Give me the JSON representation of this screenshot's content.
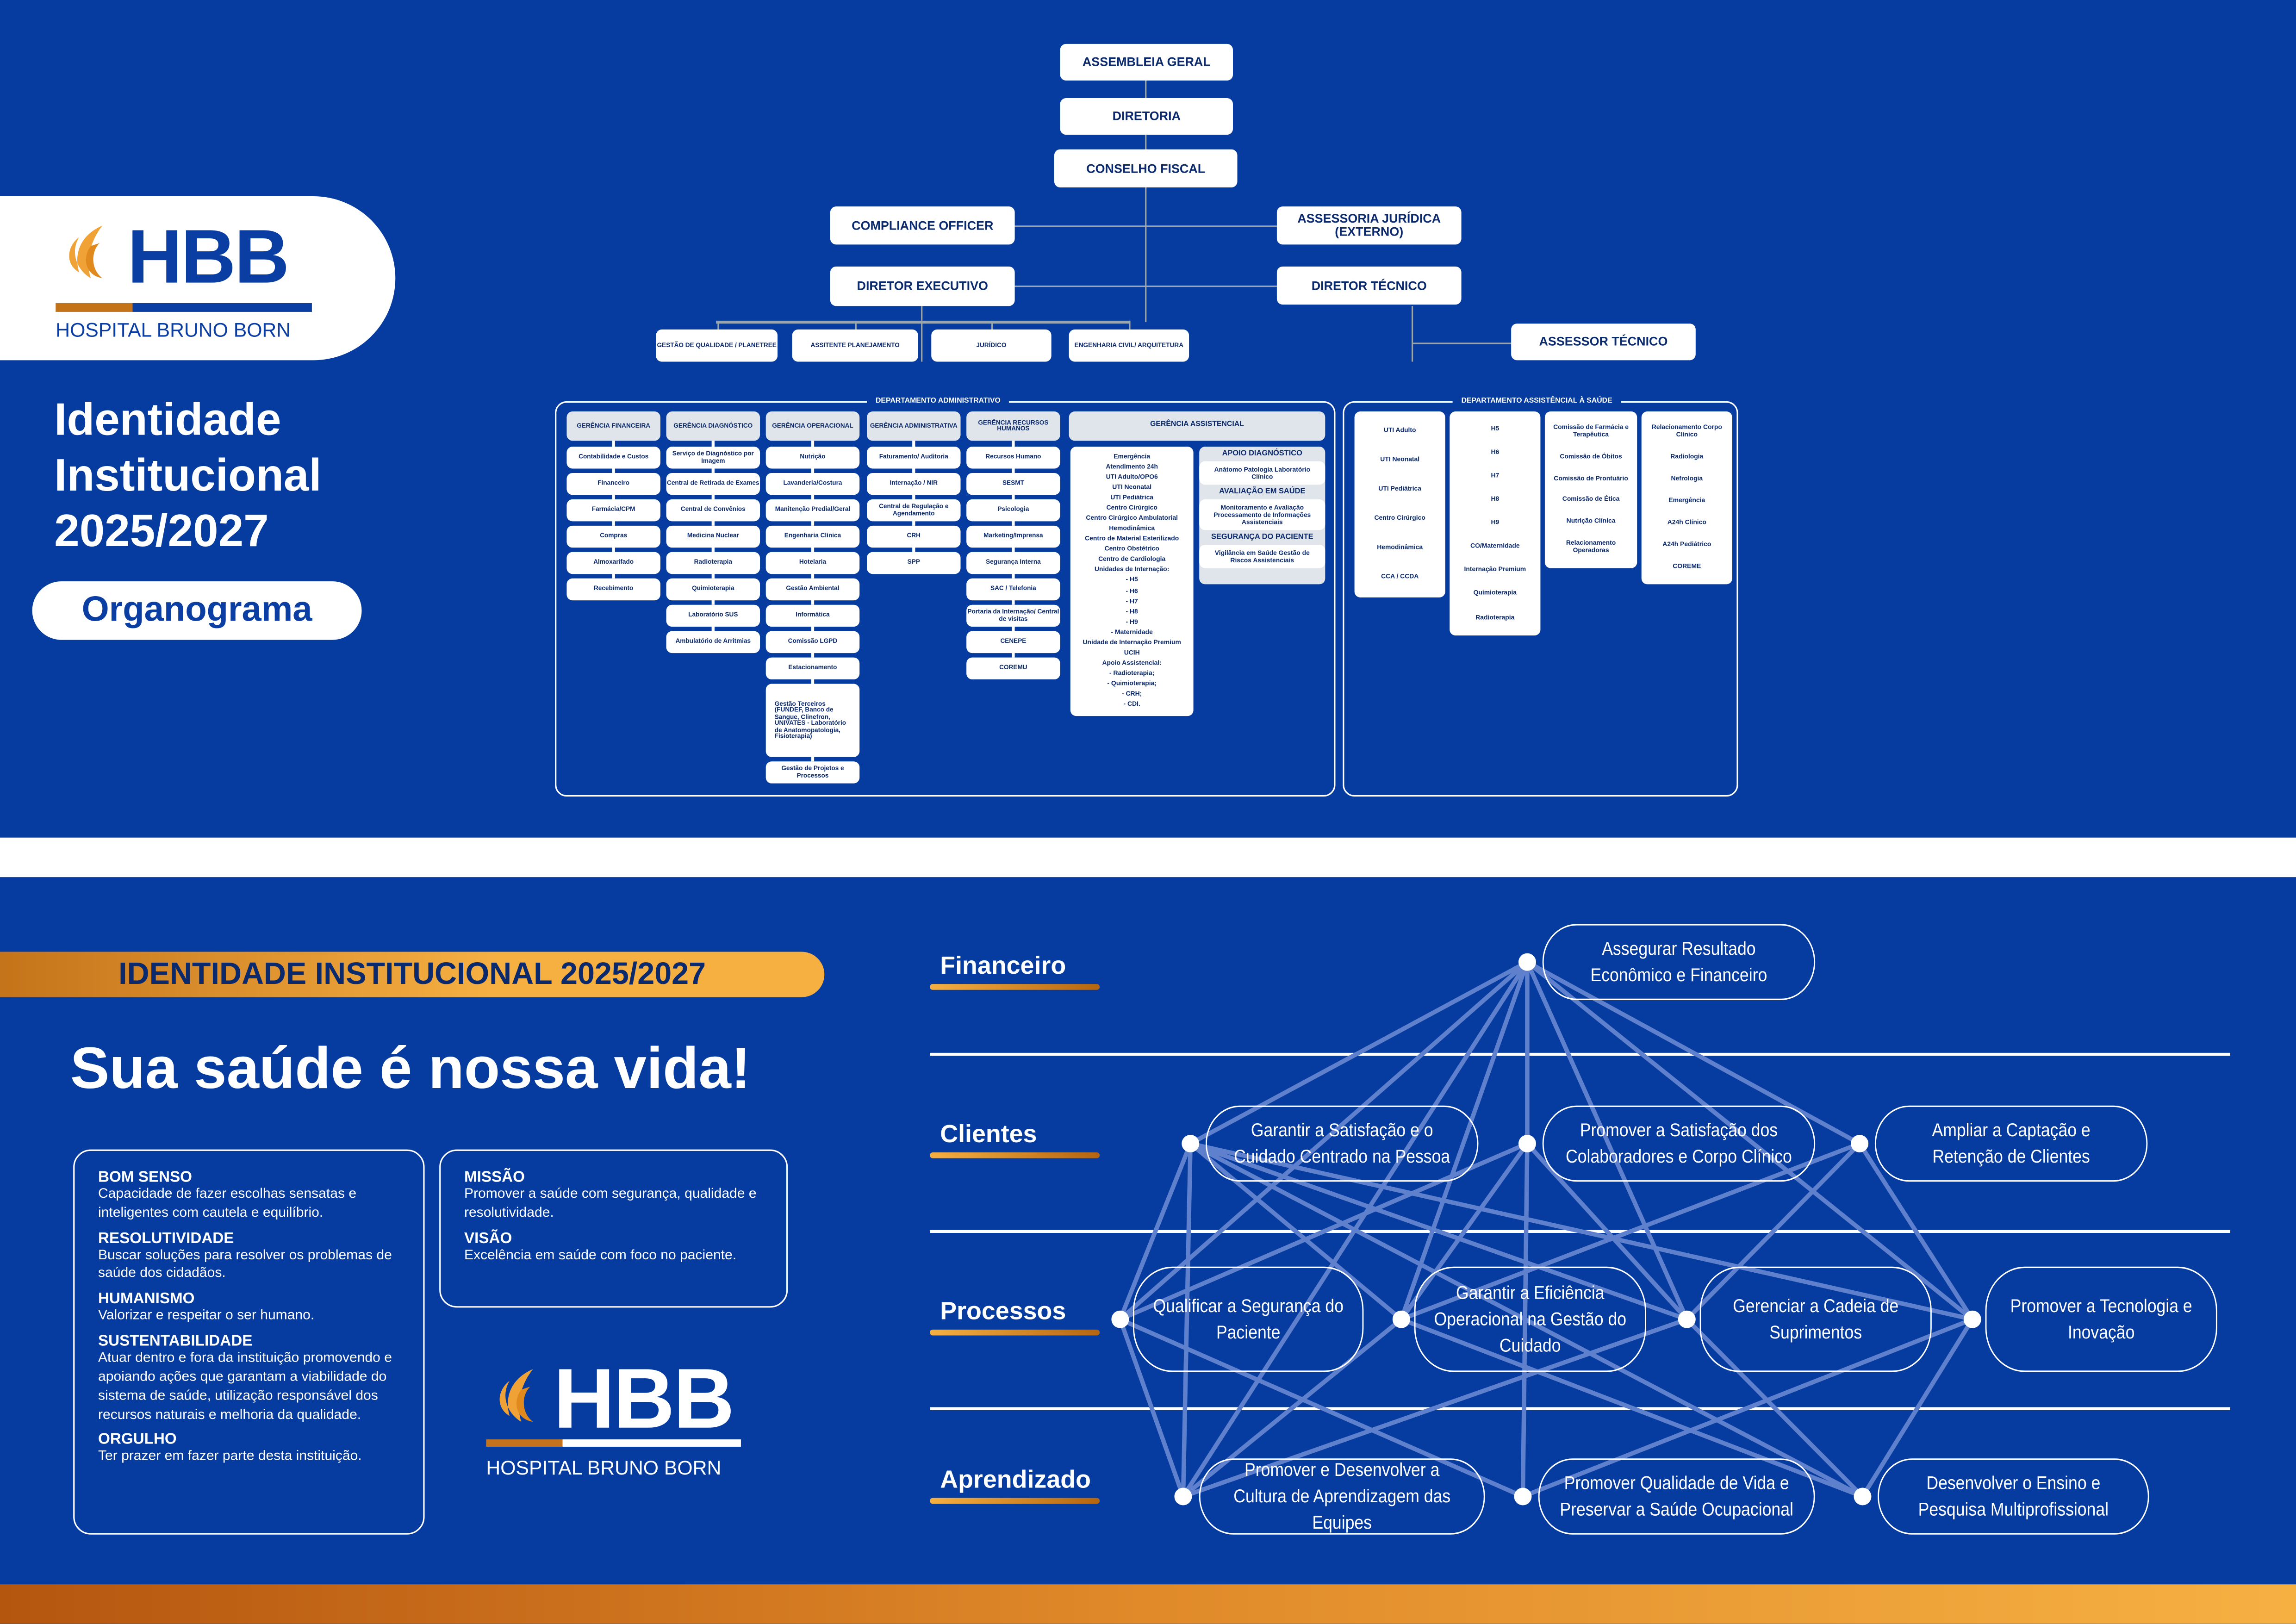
{
  "brand": {
    "name": "HBB",
    "subtitle": "HOSPITAL BRUNO BORN",
    "colors": {
      "blue": "#063c9f",
      "orange": "#f0a236",
      "navy": "#0b2a6e"
    }
  },
  "cover": {
    "title_lines": [
      "Identidade",
      "Institucional",
      "2025/2027"
    ],
    "badge": "Organograma"
  },
  "org": {
    "top": [
      "ASSEMBLEIA GERAL",
      "DIRETORIA",
      "CONSELHO FISCAL"
    ],
    "compliance": "COMPLIANCE OFFICER",
    "assessoria": "ASSESSORIA JURÍDICA (EXTERNO)",
    "diretor_exec": "DIRETOR EXECUTIVO",
    "diretor_tec": "DIRETOR TÉCNICO",
    "assessor_tec": "ASSESSOR TÉCNICO",
    "staff": [
      "GESTÃO DE QUALIDADE / PLANETREE",
      "ASSITENTE PLANEJAMENTO",
      "JURÍDICO",
      "ENGENHARIA CIVIL/ ARQUITETURA"
    ],
    "admin_title": "DEPARTAMENTO ADMINISTRATIVO",
    "admin_cols": [
      {
        "header": "GERÊNCIA FINANCEIRA",
        "items": [
          "Contabilidade e Custos",
          "Financeiro",
          "Farmácia/CPM",
          "Compras",
          "Almoxarifado",
          "Recebimento"
        ]
      },
      {
        "header": "GERÊNCIA DIAGNÓSTICO",
        "items": [
          "Serviço de Diagnóstico por Imagem",
          "Central de Retirada de Exames",
          "Central de Convênios",
          "Medicina Nuclear",
          "Radioterapia",
          "Quimioterapia",
          "Laboratório SUS",
          "Ambulatório de Arritmias"
        ]
      },
      {
        "header": "GERÊNCIA OPERACIONAL",
        "items": [
          "Nutrição",
          "Lavanderia/Costura",
          "Manitenção Predial/Geral",
          "Engenharia Clínica",
          "Hotelaria",
          "Gestão Ambiental",
          "Informática",
          "Comissão LGPD",
          "Estacionamento",
          "Gestão Terceiros (FUNDEF, Banco de Sangue, Clinefron, UNIVATES - Laboratório de Anatomopatologia, Fisioterapia)",
          "Gestão de Projetos e Processos"
        ]
      },
      {
        "header": "GERÊNCIA ADMINISTRATIVA",
        "items": [
          "Faturamento/ Auditoria",
          "Internação / NIR",
          "Central de Regulação e Agendamento",
          "CRH",
          "SPP"
        ]
      },
      {
        "header": "GERÊNCIA RECURSOS HUMANOS",
        "items": [
          "Recursos Humano",
          "SESMT",
          "Psicologia",
          "Marketing/Imprensa",
          "Segurança Interna",
          "SAC / Telefonia",
          "Portaria da Internação/ Central de visitas",
          "CENEPE",
          "COREMU"
        ]
      }
    ],
    "assist_header": "GERÊNCIA ASSISTENCIAL",
    "assist_list": [
      "Emergência",
      "Atendimento 24h",
      "UTI Adulto/OPO6",
      "UTI Neonatal",
      "UTI Pediátrica",
      "Centro Cirúrgico",
      "Centro Cirúrgico Ambulatorial",
      "Hemodinâmica",
      "Centro de Material Esterilizado",
      "Centro Obstétrico",
      "Centro de Cardiologia",
      "Unidades de Internação:",
      "- H5",
      "- H6",
      "- H7",
      "- H8",
      "- H9",
      "- Maternidade",
      "Unidade de Internação Premium",
      "UCIH",
      "Apoio Assistencial:",
      "- Radioterapia;",
      "- Quimioterapia;",
      "- CRH;",
      "- CDI."
    ],
    "assist_groups": [
      {
        "title": "APOIO DIAGNÓSTICO",
        "body": "Anátomo Patologia Laboratório Clínico"
      },
      {
        "title": "AVALIAÇÃO EM SAÚDE",
        "body": "Monitoramento e Avaliação Processamento de Informações Assistenciais"
      },
      {
        "title": "SEGURANÇA DO PACIENTE",
        "body": "Vigilância em Saúde Gestão de Riscos Assistenciais"
      }
    ],
    "health_title": "DEPARTAMENTO ASSISTÊNCIAL À SAÚDE",
    "health_cols": [
      [
        "UTI Adulto",
        "UTI Neonatal",
        "UTI Pediátrica",
        "Centro Cirúrgico",
        "Hemodinâmica",
        "CCA / CCDA"
      ],
      [
        "H5",
        "H6",
        "H7",
        "H8",
        "H9",
        "CO/Maternidade",
        "Internação Premium",
        "Quimioterapia",
        "Radioterapia"
      ],
      [
        "Comissão de Farmácia e Terapêutica",
        "Comissão de Óbitos",
        "Comissão de Prontuário",
        "Comissão de Ética",
        "Nutrição Clínica",
        "Relacionamento Operadoras"
      ],
      [
        "Relacionamento Corpo Clínico",
        "Radiologia",
        "Nefrologia",
        "Emergência",
        "A24h Clínico",
        "A24h Pediátrico",
        "COREME"
      ]
    ]
  },
  "identity": {
    "banner": "IDENTIDADE INSTITUCIONAL 2025/2027",
    "slogan": "Sua saúde é nossa vida!",
    "values": [
      {
        "title": "BOM SENSO",
        "text": "Capacidade de fazer escolhas sensatas e inteligentes com cautela e equilíbrio."
      },
      {
        "title": "RESOLUTIVIDADE",
        "text": "Buscar soluções para resolver os problemas de saúde dos cidadãos."
      },
      {
        "title": "HUMANISMO",
        "text": "Valorizar e respeitar o ser humano."
      },
      {
        "title": "SUSTENTABILIDADE",
        "text": "Atuar dentro e fora da instituição promovendo e apoiando ações que garantam a viabilidade do sistema de saúde, utilização responsável dos recursos naturais e melhoria da qualidade."
      },
      {
        "title": "ORGULHO",
        "text": "Ter prazer em fazer parte desta instituição."
      }
    ],
    "mission_title": "MISSÃO",
    "mission": "Promover a saúde com segurança, qualidade e resolutividade.",
    "vision_title": "VISÃO",
    "vision": "Excelência em saúde com foco no paciente."
  },
  "strategy": {
    "perspectives": [
      "Financeiro",
      "Clientes",
      "Processos",
      "Aprendizado"
    ],
    "objectives": [
      {
        "id": "f1",
        "label": "Assegurar Resultado Econômico e Financeiro"
      },
      {
        "id": "c1",
        "label": "Garantir a Satisfação e o Cuidado Centrado na Pessoa"
      },
      {
        "id": "c2",
        "label": "Promover a Satisfação dos Colaboradores e Corpo Clínico"
      },
      {
        "id": "c3",
        "label": "Ampliar a Captação e Retenção de Clientes"
      },
      {
        "id": "p1",
        "label": "Qualificar a Segurança do Paciente"
      },
      {
        "id": "p2",
        "label": "Garantir a Eficiência Operacional na Gestão do Cuidado"
      },
      {
        "id": "p3",
        "label": "Gerenciar a Cadeia de Suprimentos"
      },
      {
        "id": "p4",
        "label": "Promover a Tecnologia e Inovação"
      },
      {
        "id": "a1",
        "label": "Promover e Desenvolver a Cultura de Aprendizagem das Equipes"
      },
      {
        "id": "a2",
        "label": "Promover Qualidade de Vida e Preservar a Saúde Ocupacional"
      },
      {
        "id": "a3",
        "label": "Desenvolver o Ensino e Pesquisa Multiprofissional"
      }
    ],
    "links": [
      [
        "f1",
        "c1"
      ],
      [
        "f1",
        "c2"
      ],
      [
        "f1",
        "c3"
      ],
      [
        "f1",
        "p1"
      ],
      [
        "f1",
        "p2"
      ],
      [
        "f1",
        "p3"
      ],
      [
        "f1",
        "p4"
      ],
      [
        "f1",
        "a1"
      ],
      [
        "c1",
        "p1"
      ],
      [
        "c1",
        "p2"
      ],
      [
        "c1",
        "p3"
      ],
      [
        "c1",
        "p4"
      ],
      [
        "c2",
        "p2"
      ],
      [
        "c2",
        "p3"
      ],
      [
        "c2",
        "a2"
      ],
      [
        "c3",
        "p2"
      ],
      [
        "c3",
        "p3"
      ],
      [
        "c3",
        "p4"
      ],
      [
        "p1",
        "a1"
      ],
      [
        "p1",
        "a2"
      ],
      [
        "p2",
        "a1"
      ],
      [
        "p2",
        "a3"
      ],
      [
        "p3",
        "a1"
      ],
      [
        "p3",
        "a3"
      ],
      [
        "p4",
        "a2"
      ],
      [
        "p4",
        "a3"
      ],
      [
        "a1",
        "c1"
      ],
      [
        "p1",
        "c2"
      ],
      [
        "c1",
        "a3"
      ]
    ]
  }
}
